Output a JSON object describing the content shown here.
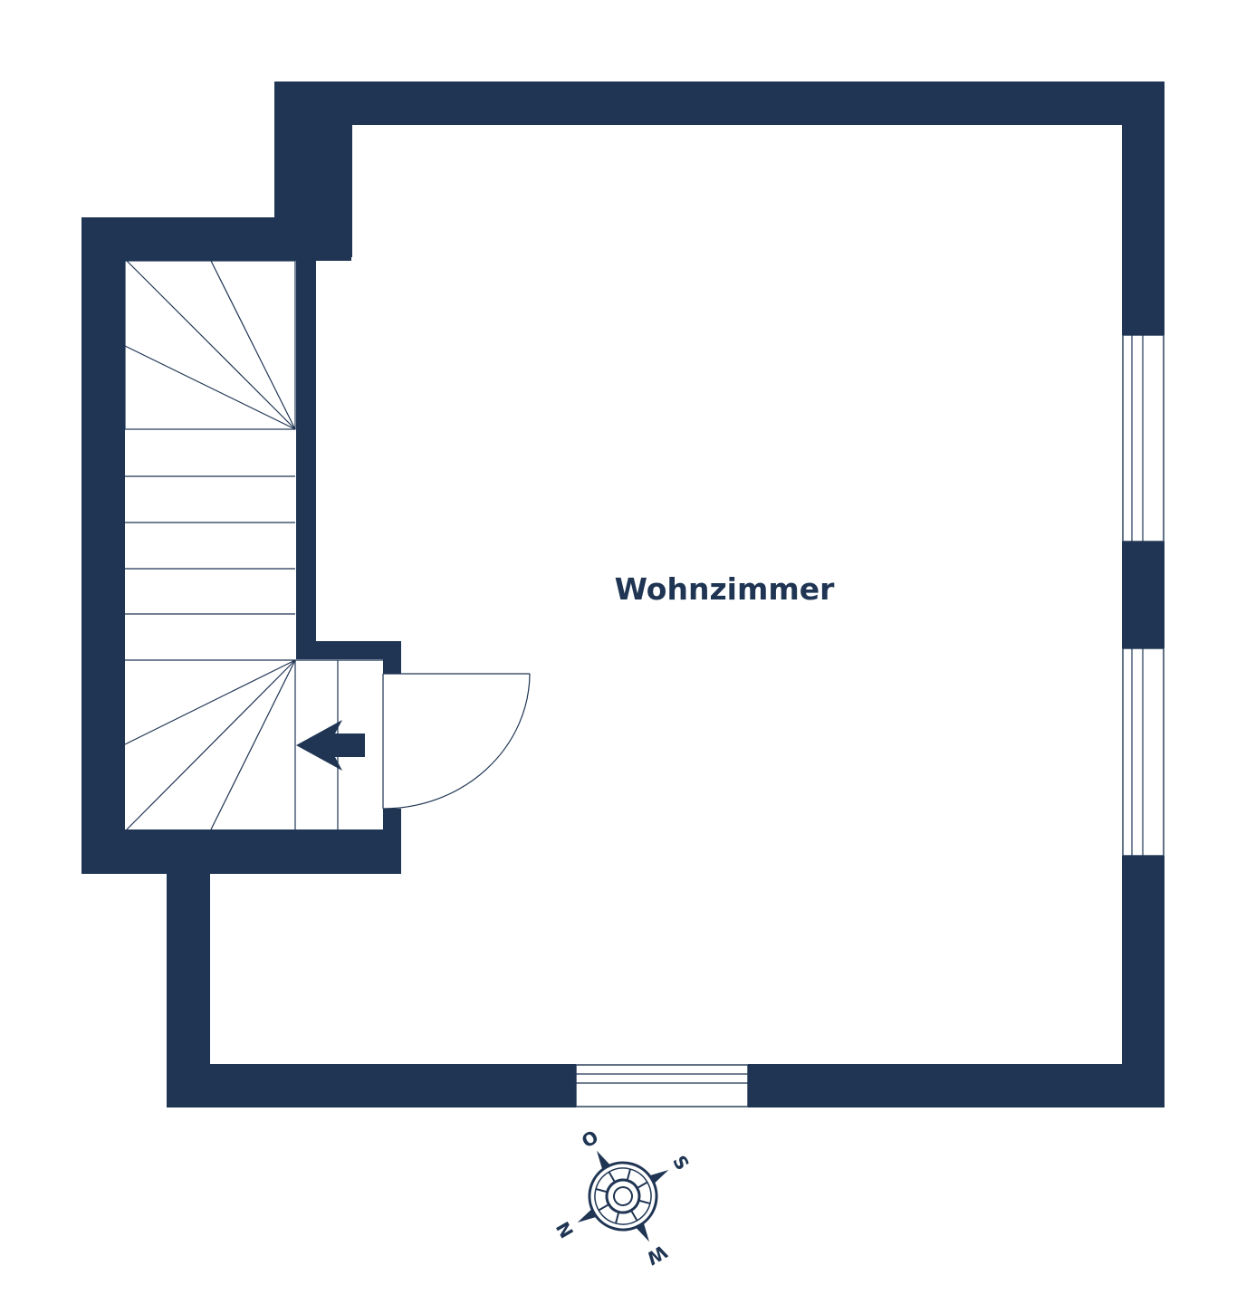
{
  "floorplan": {
    "room_label": "Wohnzimmer",
    "wall_color": "#1f3553",
    "background_color": "#ffffff",
    "compass": {
      "north": "N",
      "east": "O",
      "south": "S",
      "west": "W"
    }
  }
}
